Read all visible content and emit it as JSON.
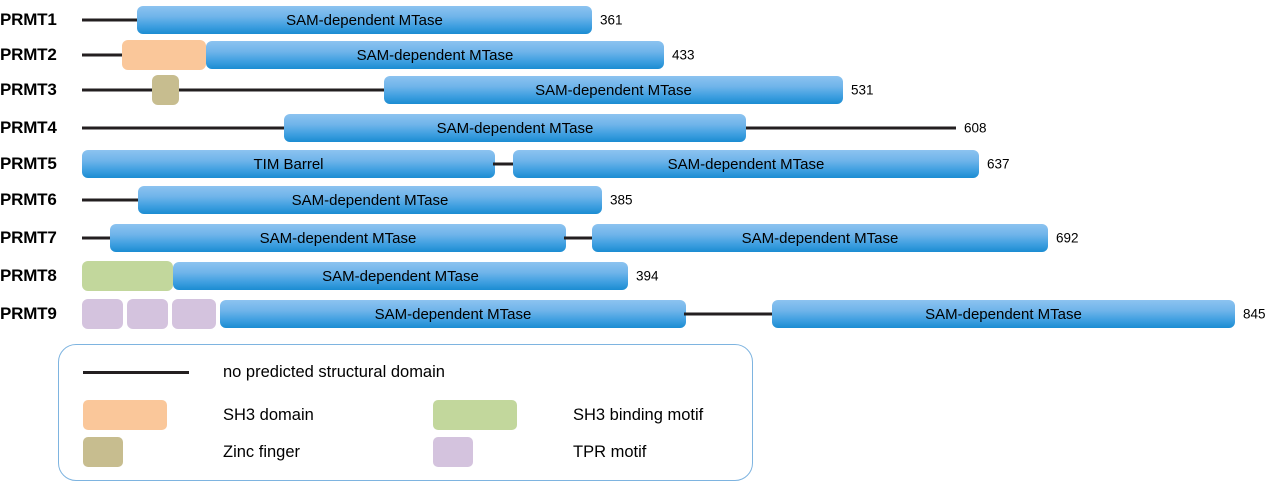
{
  "figure": {
    "type": "protein-domain-diagram",
    "title": "",
    "unit": "amino acids"
  },
  "proteins": [
    {
      "name": "PRMT1",
      "length_label": "361",
      "features": [
        {
          "kind": "line",
          "label": "",
          "start": 6,
          "end": 61
        },
        {
          "kind": "mtase",
          "label": "SAM-dependent MTase",
          "start": 61,
          "end": 516
        }
      ]
    },
    {
      "name": "PRMT2",
      "length_label": "433",
      "features": [
        {
          "kind": "line",
          "label": "",
          "start": 6,
          "end": 48
        },
        {
          "kind": "sh3",
          "label": "",
          "start": 46,
          "end": 130
        },
        {
          "kind": "mtase",
          "label": "SAM-dependent MTase",
          "start": 130,
          "end": 588
        }
      ]
    },
    {
      "name": "PRMT3",
      "length_label": "531",
      "features": [
        {
          "kind": "line",
          "label": "",
          "start": 6,
          "end": 308
        },
        {
          "kind": "zinc",
          "label": "",
          "start": 76,
          "end": 103
        },
        {
          "kind": "mtase",
          "label": "SAM-dependent MTase",
          "start": 308,
          "end": 767
        }
      ]
    },
    {
      "name": "PRMT4",
      "length_label": "608",
      "features": [
        {
          "kind": "line",
          "label": "",
          "start": 6,
          "end": 208
        },
        {
          "kind": "mtase",
          "label": "SAM-dependent MTase",
          "start": 208,
          "end": 670
        },
        {
          "kind": "line",
          "label": "",
          "start": 670,
          "end": 880
        }
      ]
    },
    {
      "name": "PRMT5",
      "length_label": "637",
      "features": [
        {
          "kind": "tim",
          "label": "TIM Barrel",
          "start": 6,
          "end": 419
        },
        {
          "kind": "line",
          "label": "",
          "start": 417,
          "end": 439
        },
        {
          "kind": "mtase",
          "label": "SAM-dependent MTase",
          "start": 437,
          "end": 903
        }
      ]
    },
    {
      "name": "PRMT6",
      "length_label": "385",
      "features": [
        {
          "kind": "line",
          "label": "",
          "start": 6,
          "end": 62
        },
        {
          "kind": "mtase",
          "label": "SAM-dependent MTase",
          "start": 62,
          "end": 526
        }
      ]
    },
    {
      "name": "PRMT7",
      "length_label": "692",
      "features": [
        {
          "kind": "line",
          "label": "",
          "start": 6,
          "end": 34
        },
        {
          "kind": "mtase",
          "label": "SAM-dependent MTase",
          "start": 34,
          "end": 490
        },
        {
          "kind": "line",
          "label": "",
          "start": 488,
          "end": 518
        },
        {
          "kind": "mtase",
          "label": "SAM-dependent MTase",
          "start": 516,
          "end": 972
        }
      ]
    },
    {
      "name": "PRMT8",
      "length_label": "394",
      "features": [
        {
          "kind": "sh3b",
          "label": "",
          "start": 6,
          "end": 97
        },
        {
          "kind": "mtase",
          "label": "SAM-dependent MTase",
          "start": 97,
          "end": 552
        }
      ]
    },
    {
      "name": "PRMT9",
      "length_label": "845",
      "features": [
        {
          "kind": "tpr",
          "label": "",
          "start": 6,
          "end": 47
        },
        {
          "kind": "tpr",
          "label": "",
          "start": 51,
          "end": 92
        },
        {
          "kind": "tpr",
          "label": "",
          "start": 96,
          "end": 140
        },
        {
          "kind": "mtase",
          "label": "SAM-dependent MTase",
          "start": 144,
          "end": 610
        },
        {
          "kind": "line",
          "label": "",
          "start": 608,
          "end": 698
        },
        {
          "kind": "mtase",
          "label": "SAM-dependent MTase",
          "start": 696,
          "end": 1159
        }
      ]
    }
  ],
  "legend": {
    "items": [
      {
        "glyph": "line",
        "label": "no predicted structural domain",
        "color": "#231f20",
        "col": 0,
        "row": 0,
        "wide": true
      },
      {
        "glyph": "swatch",
        "label": "SH3 domain",
        "color": "#fac79a",
        "col": 0,
        "row": 1,
        "wide": true
      },
      {
        "glyph": "swatch",
        "label": "Zinc finger",
        "color": "#c7bd8f",
        "col": 0,
        "row": 2,
        "wide": false
      },
      {
        "glyph": "swatch",
        "label": "SH3 binding motif",
        "color": "#c2d79c",
        "col": 1,
        "row": 1,
        "wide": true
      },
      {
        "glyph": "swatch",
        "label": "TPR motif",
        "color": "#d4c3de",
        "col": 1,
        "row": 2,
        "wide": false
      }
    ],
    "border_color": "#7eb4e0"
  },
  "colors": {
    "mtase_top": "#8cc3f0",
    "mtase_bottom": "#1b8cd2",
    "sh3": "#fac79a",
    "zinc": "#c7bd8f",
    "sh3_binding": "#c2d79c",
    "tpr": "#d4c3de",
    "line": "#231f20"
  }
}
